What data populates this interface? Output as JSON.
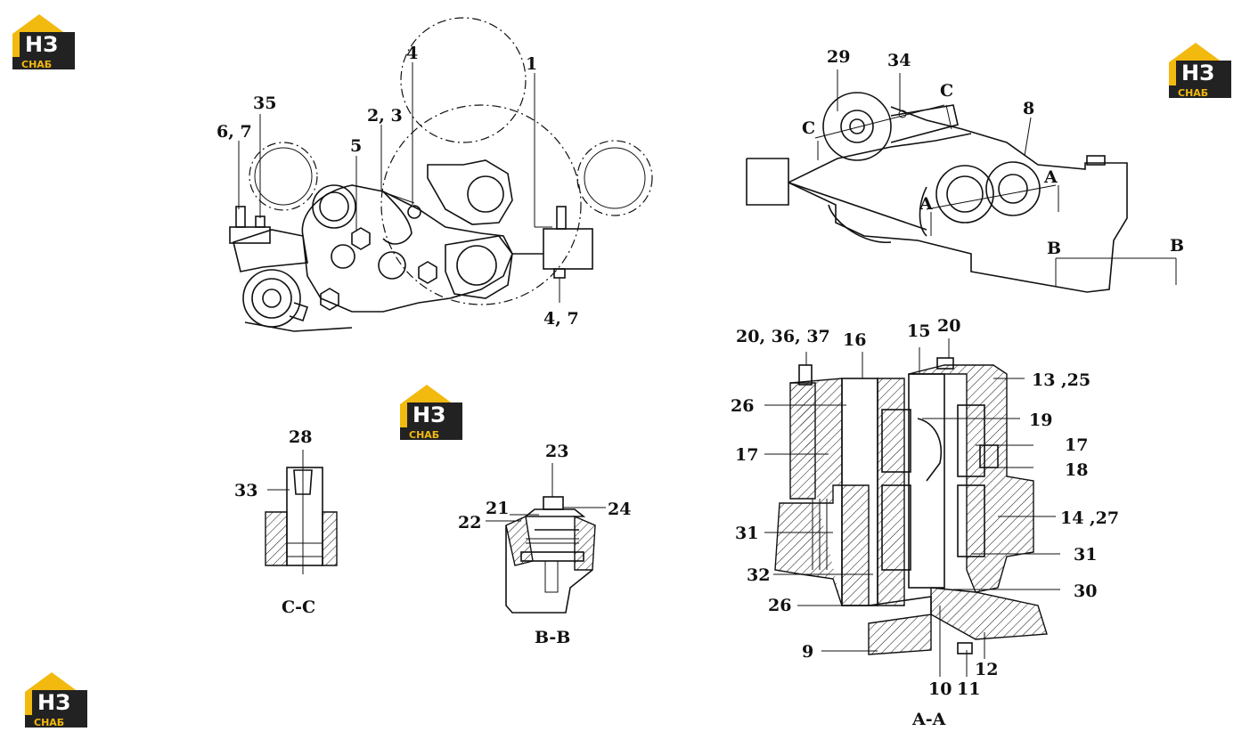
{
  "logo": {
    "brand": "НЗ",
    "sub": "СНАБ",
    "color_yellow": "#f2b90f",
    "color_dark": "#222222"
  },
  "callouts": {
    "c1": "1",
    "c23": "2, 3",
    "c4": "4",
    "c47": "4, 7",
    "c5": "5",
    "c67": "6, 7",
    "c35": "35",
    "c29": "29",
    "c34": "34",
    "c8": "8",
    "c203637": "20, 36, 37",
    "c16": "16",
    "c15": "15",
    "c20": "20",
    "c1325": "13 ,25",
    "c26a": "26",
    "c19": "19",
    "c17a": "17",
    "c17b": "17",
    "c18": "18",
    "c1427": "14 ,27",
    "c31a": "31",
    "c31b": "31",
    "c32": "32",
    "c30": "30",
    "c26b": "26",
    "c9": "9",
    "c10": "10",
    "c11": "11",
    "c12": "12",
    "c28": "28",
    "c33": "33",
    "c23b": "23",
    "c21": "21",
    "c22": "22",
    "c24": "24"
  },
  "section_marks": {
    "C": "C",
    "A": "A",
    "B": "B"
  },
  "section_titles": {
    "cc": "C-C",
    "bb": "B-B",
    "aa": "A-A"
  }
}
